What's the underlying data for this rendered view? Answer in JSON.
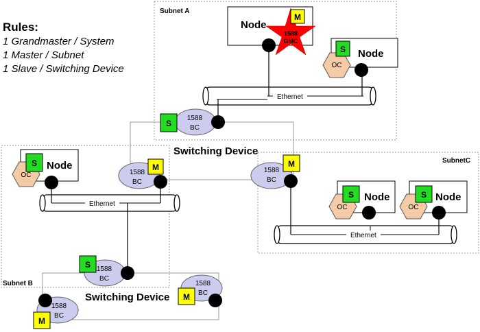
{
  "rules": {
    "title": "Rules:",
    "lines": [
      "1 Grandmaster / System",
      "1 Master / Subnet",
      "1 Slave / Switching Device"
    ]
  },
  "subnets": {
    "a": "Subnet A",
    "b": "Subnet B",
    "c": "SubnetC"
  },
  "node_label": "Node",
  "oc_label": "OC",
  "slave_label": "S",
  "master_label": "M",
  "bc_label_top": "1588",
  "bc_label_bottom": "BC",
  "gmc_label_top": "1588",
  "gmc_label_bottom": "GMC",
  "ethernet_label": "Ethernet",
  "switching_device_label": "Switching Device",
  "colors": {
    "slave_green": "#22dd22",
    "master_yellow": "#ffff00",
    "bc_lavender": "#ccccee",
    "oc_tan": "#f5cba7",
    "gmc_red": "#ff0000",
    "subnet_border": "#999999"
  }
}
